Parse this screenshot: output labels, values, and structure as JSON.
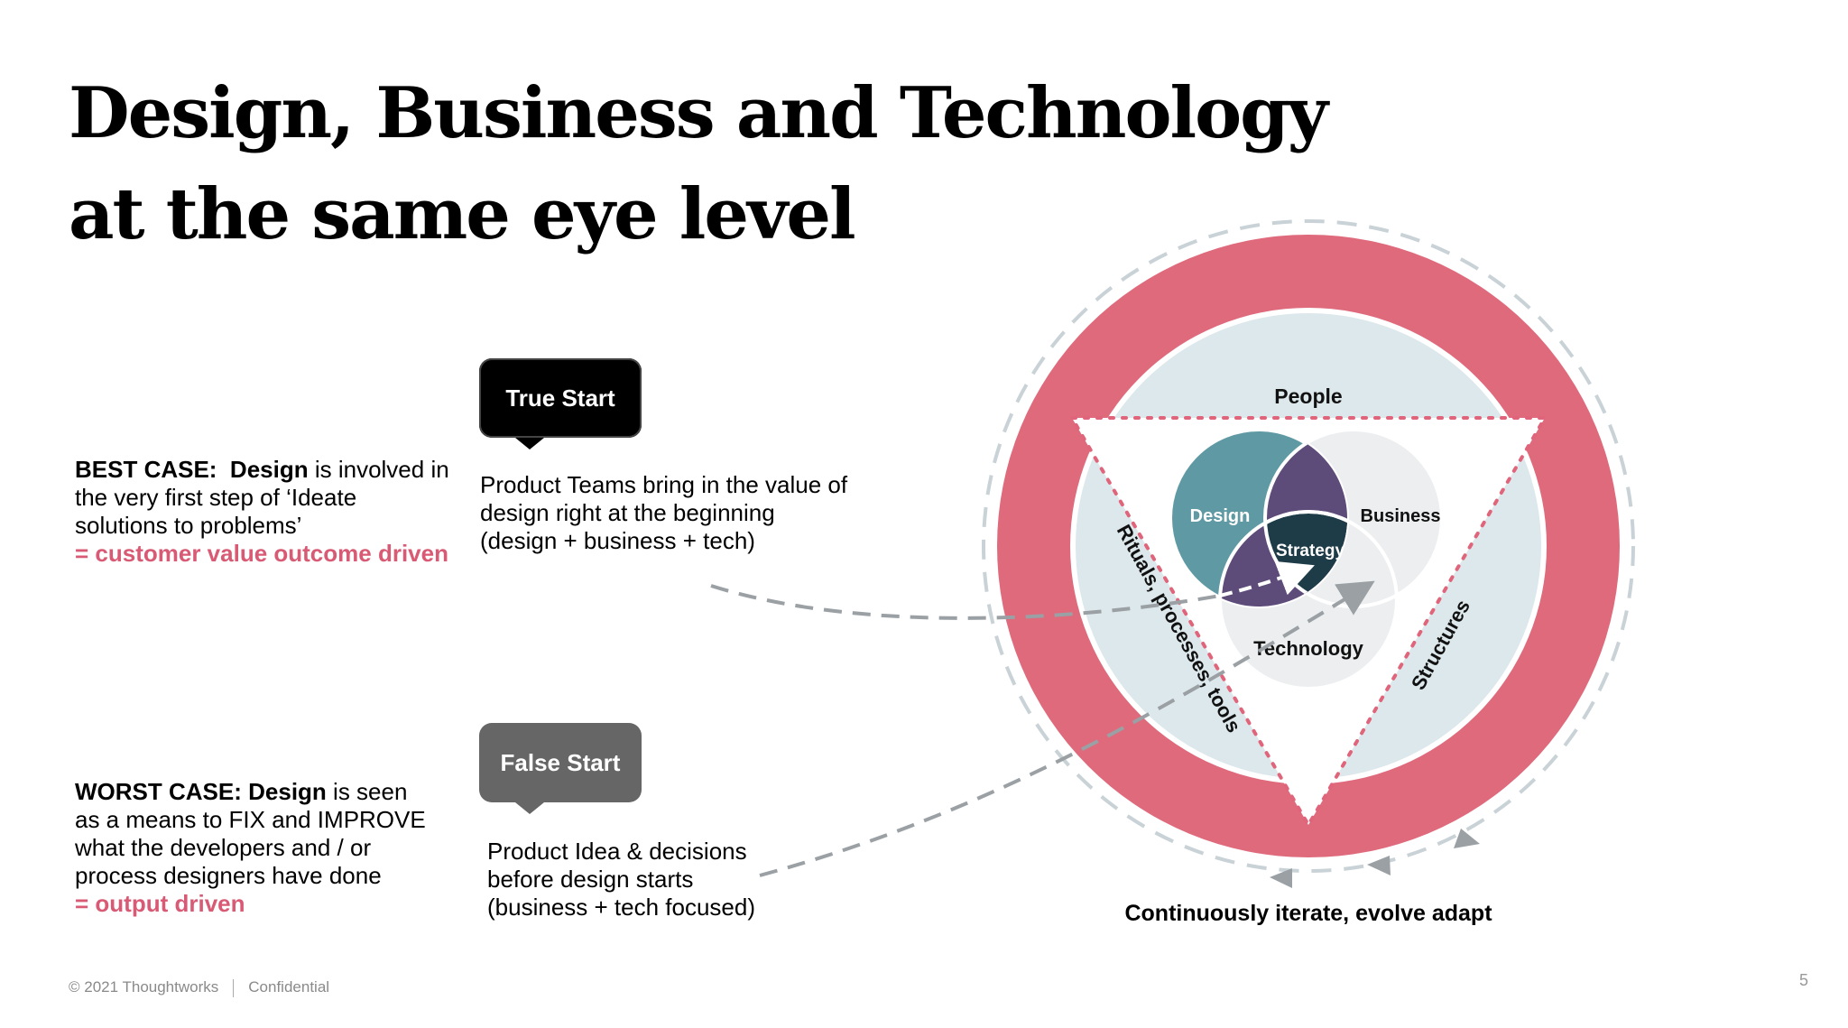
{
  "title": {
    "line1": "Design, Business and Technology",
    "line2": "at the same eye level"
  },
  "best_case": {
    "prefix": "BEST CASE:",
    "subject": "Design",
    "text1": " is involved in",
    "text2": "the very first step of ‘Ideate",
    "text3": "solutions to problems’",
    "outcome": "= customer value outcome driven"
  },
  "worst_case": {
    "prefix": "WORST CASE:",
    "subject": "Design",
    "text1": " is seen",
    "text2": "as a means to FIX and IMPROVE",
    "text3": "what the developers and / or",
    "text4": "process designers have done",
    "outcome": "= output driven"
  },
  "true_start": {
    "label": "True Start",
    "line1": "Product Teams bring in the value of",
    "line2": "design right at the beginning",
    "line3": "(design + business + tech)"
  },
  "false_start": {
    "label": "False Start",
    "line1": "Product Idea & decisions",
    "line2": "before design starts",
    "line3": "(business + tech focused)"
  },
  "diagram": {
    "people": "People",
    "design": "Design",
    "business": "Business",
    "strategy": "Strategy",
    "technology": "Technology",
    "rituals": "Rituals, processes, tools",
    "structures": "Structures",
    "caption": "Continuously iterate, evolve adapt",
    "colors": {
      "outer_ring": "#df6a7c",
      "inner_fill": "#dde8ec",
      "design": "#5f9aa4",
      "business": "#eceef0",
      "technology": "#eceef0",
      "overlap": "#5d4b7a",
      "strategy": "#1e3b48",
      "dots": "#e0647a",
      "dashes": "#9aa0a4"
    }
  },
  "footer": {
    "copyright": "© 2021 Thoughtworks",
    "confidential": "Confidential",
    "page": "5"
  }
}
